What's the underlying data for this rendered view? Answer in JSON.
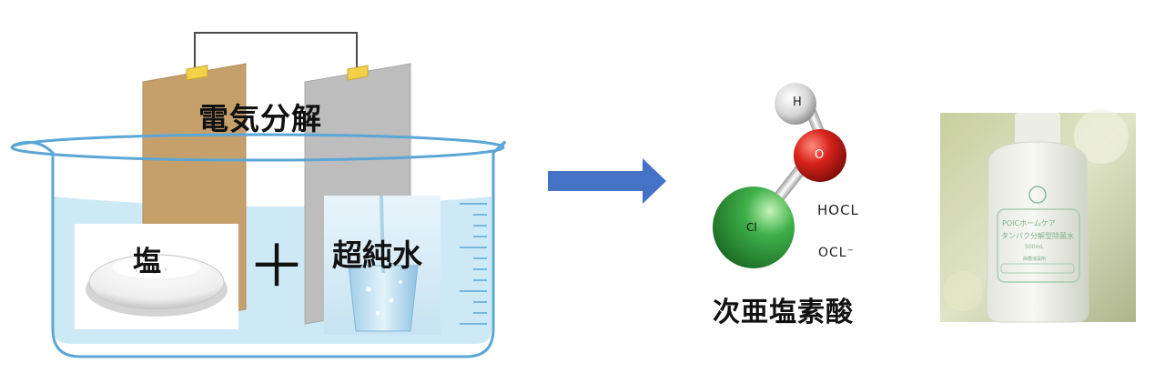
{
  "labels": {
    "electrolysis": "電気分解",
    "salt": "塩",
    "plus": "＋",
    "ultrapure_water": "超純水",
    "hypochlorous_acid": "次亜塩素酸"
  },
  "molecule": {
    "atoms": {
      "h": "H",
      "o": "O",
      "cl": "Cl"
    },
    "formula_hocl": "HOCL",
    "formula_ocl": "OCL⁻"
  },
  "product": {
    "line1": "POICホームケア",
    "line2": "タンパク分解型除菌水",
    "line3": "500mL",
    "line4": "除菌消臭剤"
  },
  "colors": {
    "arrow": "#4472c4",
    "electrode_copper": "#c6a06b",
    "electrode_gray": "#bdbdbd",
    "water": "#cde9f6",
    "clip": "#f3d24a",
    "oxygen": "#d7231b",
    "chlorine": "#2e9c37",
    "hydrogen": "#e6e6e6"
  }
}
